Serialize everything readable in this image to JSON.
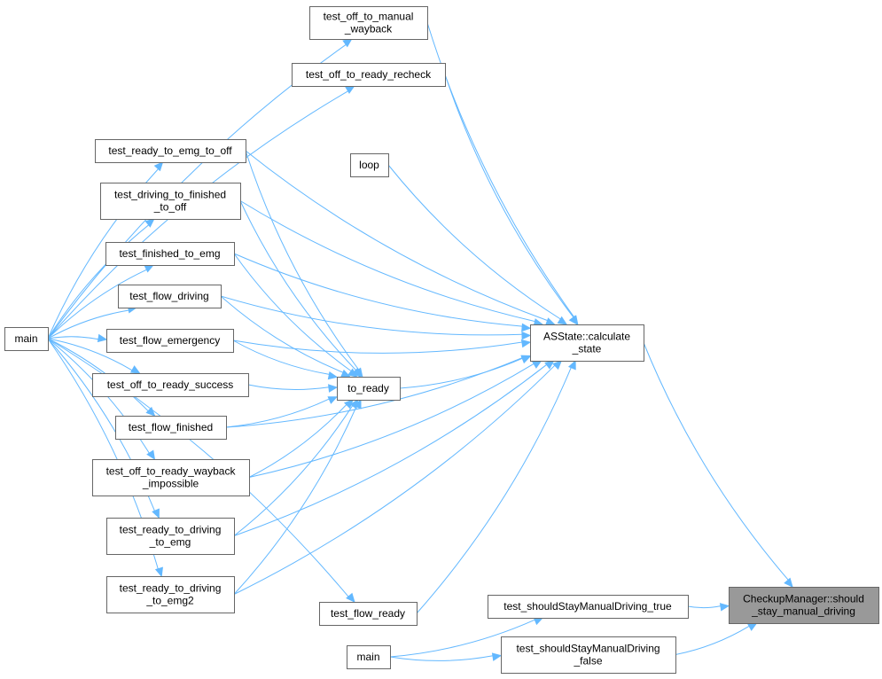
{
  "colors": {
    "edge": "#63b8ff",
    "node_border": "#666666",
    "node_fill": "#ffffff",
    "focus_fill": "#999999"
  },
  "nodes": {
    "main_left": {
      "lines": [
        "main"
      ]
    },
    "test_off_to_manual_wayback": {
      "lines": [
        "test_off_to_manual",
        "_wayback"
      ]
    },
    "test_off_to_ready_recheck": {
      "lines": [
        "test_off_to_ready_recheck"
      ]
    },
    "test_ready_to_emg_to_off": {
      "lines": [
        "test_ready_to_emg_to_off"
      ]
    },
    "loop": {
      "lines": [
        "loop"
      ]
    },
    "test_driving_to_finished_to_off": {
      "lines": [
        "test_driving_to_finished",
        "_to_off"
      ]
    },
    "test_finished_to_emg": {
      "lines": [
        "test_finished_to_emg"
      ]
    },
    "test_flow_driving": {
      "lines": [
        "test_flow_driving"
      ]
    },
    "test_flow_emergency": {
      "lines": [
        "test_flow_emergency"
      ]
    },
    "test_off_to_ready_success": {
      "lines": [
        "test_off_to_ready_success"
      ]
    },
    "to_ready": {
      "lines": [
        "to_ready"
      ]
    },
    "test_flow_finished": {
      "lines": [
        "test_flow_finished"
      ]
    },
    "test_off_to_ready_wayback_impossible": {
      "lines": [
        "test_off_to_ready_wayback",
        "_impossible"
      ]
    },
    "test_ready_to_driving_to_emg": {
      "lines": [
        "test_ready_to_driving",
        "_to_emg"
      ]
    },
    "test_ready_to_driving_to_emg2": {
      "lines": [
        "test_ready_to_driving",
        "_to_emg2"
      ]
    },
    "asstate_calculate_state": {
      "lines": [
        "ASState::calculate",
        "_state"
      ]
    },
    "test_flow_ready": {
      "lines": [
        "test_flow_ready"
      ]
    },
    "test_shouldStayManualDriving_true": {
      "lines": [
        "test_shouldStayManualDriving_true"
      ]
    },
    "main_bottom": {
      "lines": [
        "main"
      ]
    },
    "test_shouldStayManualDriving_false": {
      "lines": [
        "test_shouldStayManualDriving",
        "_false"
      ]
    },
    "checkupmanager_should_stay_manual_driving": {
      "lines": [
        "CheckupManager::should",
        "_stay_manual_driving"
      ]
    }
  },
  "edges": [
    [
      "main_left",
      "test_off_to_manual_wayback"
    ],
    [
      "main_left",
      "test_off_to_ready_recheck"
    ],
    [
      "main_left",
      "test_ready_to_emg_to_off"
    ],
    [
      "main_left",
      "test_driving_to_finished_to_off"
    ],
    [
      "main_left",
      "test_finished_to_emg"
    ],
    [
      "main_left",
      "test_flow_driving"
    ],
    [
      "main_left",
      "test_flow_emergency"
    ],
    [
      "main_left",
      "test_off_to_ready_success"
    ],
    [
      "main_left",
      "test_flow_finished"
    ],
    [
      "main_left",
      "test_off_to_ready_wayback_impossible"
    ],
    [
      "main_left",
      "test_ready_to_driving_to_emg"
    ],
    [
      "main_left",
      "test_ready_to_driving_to_emg2"
    ],
    [
      "main_left",
      "test_flow_ready"
    ],
    [
      "test_off_to_manual_wayback",
      "asstate_calculate_state"
    ],
    [
      "test_off_to_ready_recheck",
      "asstate_calculate_state"
    ],
    [
      "test_ready_to_emg_to_off",
      "asstate_calculate_state"
    ],
    [
      "loop",
      "asstate_calculate_state"
    ],
    [
      "test_driving_to_finished_to_off",
      "asstate_calculate_state"
    ],
    [
      "test_finished_to_emg",
      "asstate_calculate_state"
    ],
    [
      "test_flow_driving",
      "asstate_calculate_state"
    ],
    [
      "test_flow_emergency",
      "asstate_calculate_state"
    ],
    [
      "to_ready",
      "asstate_calculate_state"
    ],
    [
      "test_flow_finished",
      "asstate_calculate_state"
    ],
    [
      "test_off_to_ready_wayback_impossible",
      "asstate_calculate_state"
    ],
    [
      "test_ready_to_driving_to_emg",
      "asstate_calculate_state"
    ],
    [
      "test_ready_to_driving_to_emg2",
      "asstate_calculate_state"
    ],
    [
      "test_flow_ready",
      "asstate_calculate_state"
    ],
    [
      "test_ready_to_emg_to_off",
      "to_ready"
    ],
    [
      "test_driving_to_finished_to_off",
      "to_ready"
    ],
    [
      "test_finished_to_emg",
      "to_ready"
    ],
    [
      "test_flow_driving",
      "to_ready"
    ],
    [
      "test_flow_emergency",
      "to_ready"
    ],
    [
      "test_off_to_ready_success",
      "to_ready"
    ],
    [
      "test_flow_finished",
      "to_ready"
    ],
    [
      "test_off_to_ready_wayback_impossible",
      "to_ready"
    ],
    [
      "test_ready_to_driving_to_emg",
      "to_ready"
    ],
    [
      "test_ready_to_driving_to_emg2",
      "to_ready"
    ],
    [
      "asstate_calculate_state",
      "checkupmanager_should_stay_manual_driving"
    ],
    [
      "test_shouldStayManualDriving_true",
      "checkupmanager_should_stay_manual_driving"
    ],
    [
      "test_shouldStayManualDriving_false",
      "checkupmanager_should_stay_manual_driving"
    ],
    [
      "main_bottom",
      "test_shouldStayManualDriving_true"
    ],
    [
      "main_bottom",
      "test_shouldStayManualDriving_false"
    ]
  ]
}
